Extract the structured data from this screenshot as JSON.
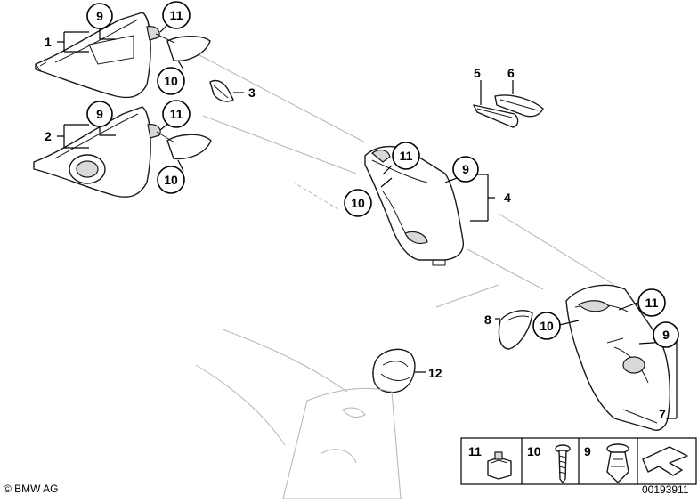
{
  "diagram": {
    "part_labels": {
      "p1": "1",
      "p2": "2",
      "p3": "3",
      "p4": "4",
      "p5": "5",
      "p6": "6",
      "p7": "7",
      "p8": "8",
      "p12": "12"
    },
    "callouts": {
      "c9": "9",
      "c10": "10",
      "c11": "11"
    },
    "legend": {
      "items": [
        "11",
        "10",
        "9"
      ]
    },
    "footer": {
      "copyright": "© BMW AG",
      "drawing_number": "00193911"
    }
  }
}
